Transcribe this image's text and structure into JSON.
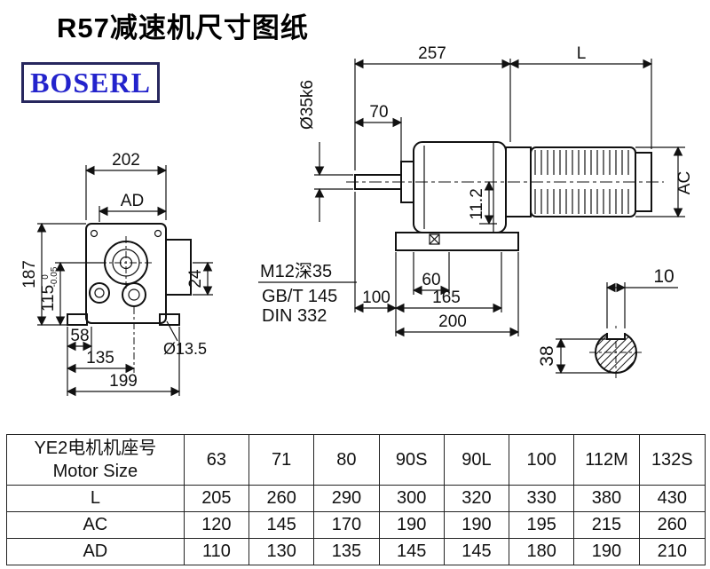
{
  "page": {
    "title": "R57减速机尺寸图纸",
    "brand": "BOSERL"
  },
  "drawing": {
    "front": {
      "dim_202": "202",
      "dim_ad": "AD",
      "dim_187": "187",
      "dim_115": "115",
      "dim_115_tol_upper": "0",
      "dim_115_tol_lower": "-0.05",
      "dim_24": "24",
      "dim_58": "58",
      "dim_135": "135",
      "dim_199": "199",
      "dia_foot_hole": "Ø13.5"
    },
    "side": {
      "dim_257": "257",
      "dim_L": "L",
      "dim_70": "70",
      "dia_shaft": "Ø35k6",
      "dim_11_2": "11.2",
      "dim_ac": "AC",
      "thread_note": "M12深35",
      "std_note_1": "GB/T 145",
      "std_note_2": "DIN 332",
      "dim_60": "60",
      "dim_100": "100",
      "dim_165": "165",
      "dim_200": "200"
    },
    "section": {
      "dim_10": "10",
      "dim_38": "38"
    }
  },
  "table": {
    "header": {
      "label_cn": "YE2电机机座号",
      "label_en": "Motor Size"
    },
    "columns": [
      "63",
      "71",
      "80",
      "90S",
      "90L",
      "100",
      "112M",
      "132S"
    ],
    "rows": [
      {
        "label": "L",
        "values": [
          "205",
          "260",
          "290",
          "300",
          "320",
          "330",
          "380",
          "430"
        ]
      },
      {
        "label": "AC",
        "values": [
          "120",
          "145",
          "170",
          "190",
          "190",
          "195",
          "215",
          "260"
        ]
      },
      {
        "label": "AD",
        "values": [
          "110",
          "130",
          "135",
          "145",
          "145",
          "180",
          "190",
          "210"
        ]
      }
    ]
  }
}
